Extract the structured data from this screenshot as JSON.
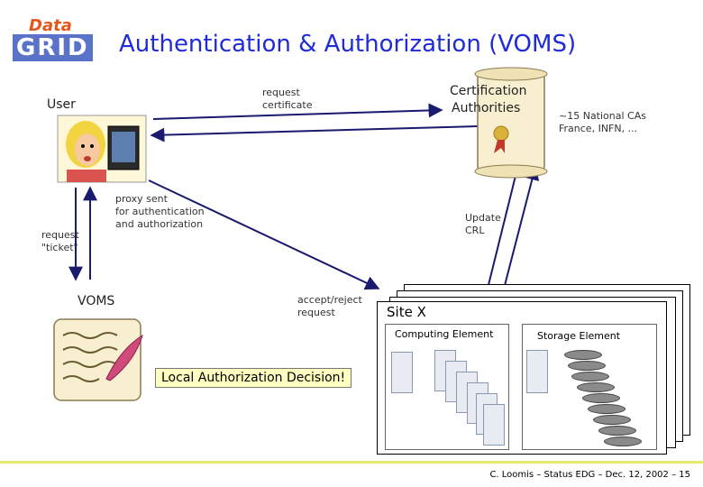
{
  "header": {
    "title": "Authentication & Authorization (VOMS)",
    "logo_line1": "Data",
    "logo_line2": "GRID",
    "accent_color": "#1f2bd6",
    "logo_color": "#e0581a"
  },
  "actors": {
    "user": "User",
    "voms": "VOMS",
    "ca_line1": "Certification",
    "ca_line2": "Authorities"
  },
  "labels": {
    "request_cert": "request\ncertificate",
    "national_cas": "~15 National CAs\nFrance, INFN, ...",
    "proxy_sent": "proxy sent\nfor authentication\nand authorization",
    "update_crl": "Update\nCRL",
    "request_ticket": "request\n\"ticket\"",
    "accept_reject": "accept/reject\nrequest"
  },
  "site": {
    "name": "Site X",
    "computing": "Computing Element",
    "storage": "Storage Element",
    "decision": "Local Authorization Decision!"
  },
  "footer": {
    "text": "C. Loomis – Status EDG – Dec. 12, 2002 – 15"
  }
}
